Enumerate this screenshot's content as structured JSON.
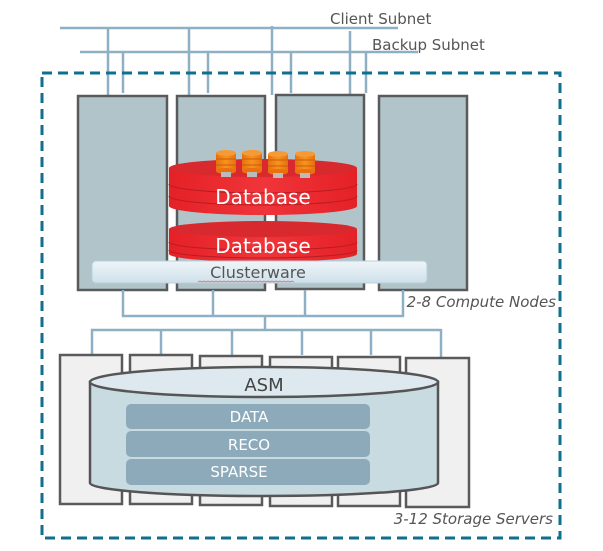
{
  "network": {
    "client_subnet_label": "Client Subnet",
    "backup_subnet_label": "Backup Subnet"
  },
  "compute": {
    "node_count_shown": 4,
    "group_label": "2-8 Compute Nodes",
    "databases": [
      {
        "label": "Database",
        "pluggable_count": 4
      },
      {
        "label": "Database"
      }
    ],
    "clusterware_label": "Clusterware"
  },
  "storage": {
    "server_count_shown": 6,
    "group_label": "3-12 Storage Servers",
    "asm_label": "ASM",
    "disk_groups": [
      "DATA",
      "RECO",
      "SPARSE"
    ]
  },
  "colors": {
    "network_line": "#8fb0c4",
    "boundary_dash": "#0f6f8f",
    "compute_node_fill": "#b0c4ca",
    "compute_node_stroke": "#5a5a5a",
    "database_red": "#e8282c",
    "pdb_orange": "#ef7d14",
    "clusterware_fill": "#dde9f1",
    "storage_server_fill": "#f0f0f0",
    "asm_fill": "#c8dbe0",
    "disk_group_fill": "#8daabb",
    "text_gray": "#555555"
  }
}
